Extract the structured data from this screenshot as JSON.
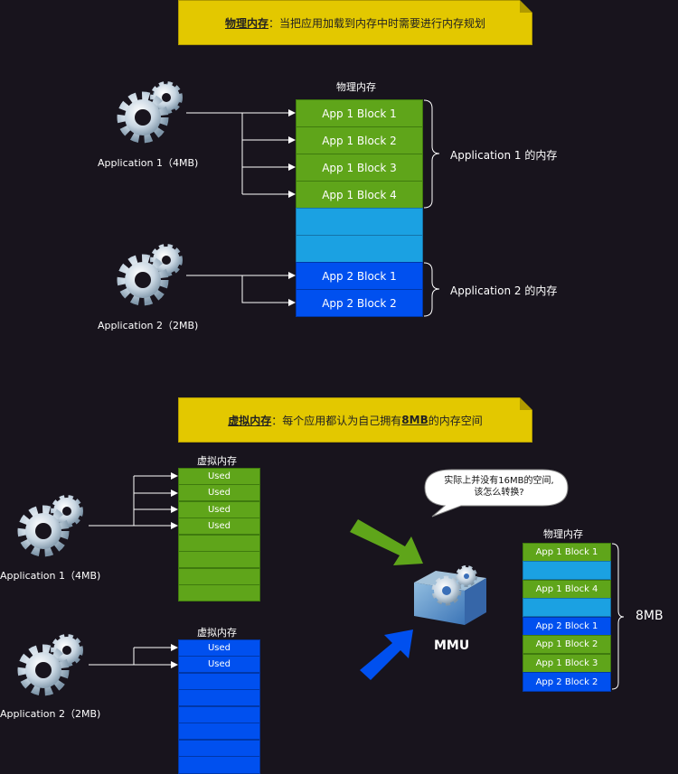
{
  "top_note": {
    "key": "物理内存",
    "rest": "：当把应用加载到内存中时需要进行内存规划"
  },
  "physical_title": "物理内存",
  "app1_label": "Application 1（4MB)",
  "app2_label": "Application 2（2MB)",
  "phys_blocks": [
    "App 1 Block 1",
    "App 1 Block 2",
    "App 1 Block 3",
    "App 1 Block 4",
    "",
    "",
    "App 2 Block 1",
    "App 2 Block 2"
  ],
  "app1_mem_label": "Application 1 的内存",
  "app2_mem_label": "Application 2 的内存",
  "bottom_note": {
    "key": "虚拟内存",
    "mid": "：每个应用都认为自己拥有",
    "hl": "8MB",
    "rest": "的内存空间"
  },
  "virtual_title": "虚拟内存",
  "v1_blocks": [
    "Used",
    "Used",
    "Used",
    "Used",
    "",
    "",
    "",
    ""
  ],
  "v2_blocks": [
    "Used",
    "Used",
    "",
    "",
    "",
    "",
    "",
    ""
  ],
  "speech": {
    "line1": "实际上并没有16MB的空间,",
    "line2": "该怎么转换?"
  },
  "mmu_label": "MMU",
  "phys2_blocks": [
    "App 1 Block 1",
    "",
    "App 1 Block 4",
    "",
    "App 2 Block 1",
    "App 1 Block 2",
    "App 1 Block 3",
    "App 2 Block 2"
  ],
  "size_label": "8MB",
  "colors": {
    "green": "#5fa51a",
    "cyan": "#1ba1e2",
    "blue": "#0050ef",
    "note": "#e3c800",
    "bg": "#18141d"
  }
}
